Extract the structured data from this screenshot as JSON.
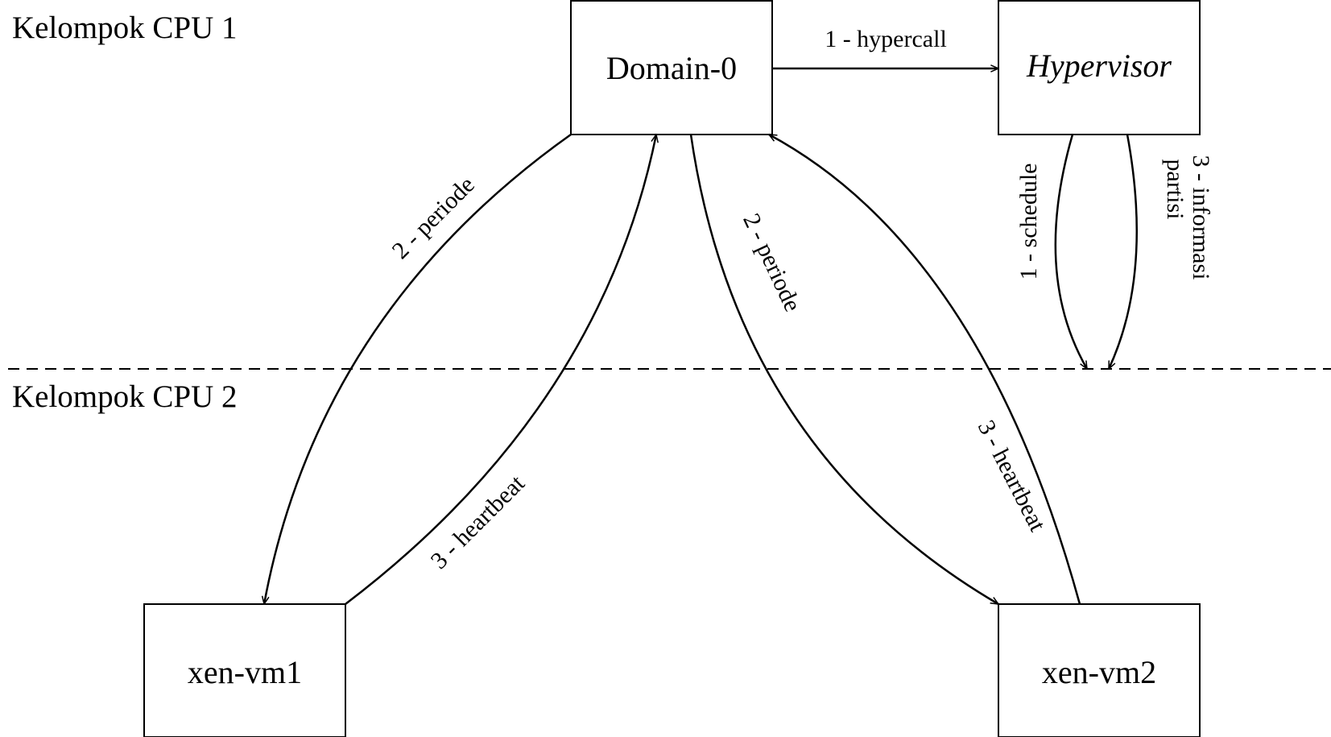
{
  "groups": {
    "cpu1": "Kelompok CPU 1",
    "cpu2": "Kelompok CPU 2"
  },
  "nodes": {
    "domain0": "Domain-0",
    "hypervisor": "Hypervisor",
    "vm1": "xen-vm1",
    "vm2": "xen-vm2"
  },
  "edges": {
    "hypercall": "1 - hypercall",
    "periode_vm1": "2 - periode",
    "heartbeat_vm1": "3 - heartbeat",
    "periode_vm2": "2 - periode",
    "heartbeat_vm2": "3 - heartbeat",
    "schedule": "1 - schedule",
    "informasi_partisi_line1": "3 - informasi",
    "informasi_partisi_line2": "partisi"
  },
  "colors": {
    "stroke": "#000000",
    "background": "#ffffff"
  }
}
